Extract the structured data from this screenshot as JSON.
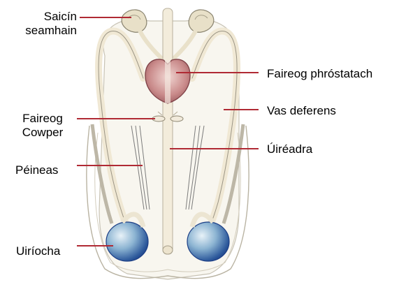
{
  "labels": {
    "seminal_vesicle": [
      "Saicín",
      "seamhain"
    ],
    "prostate": "Faireog phróstatach",
    "cowper": [
      "Faireog",
      "Cowper"
    ],
    "vas_deferens": "Vas deferens",
    "urethra": "Úiréadra",
    "penis": "Péineas",
    "testicle": "Uiríocha"
  },
  "colors": {
    "leader_line": "#b02a34",
    "tube": "#f0e8d4",
    "tube_outline": "#8f8f8f",
    "prostate_fill": "#c98a8a",
    "testicle_fill": "#8cb4d2",
    "testicle_dark": "#1d3f86",
    "vesicle_fill": "#e8e0c8"
  }
}
